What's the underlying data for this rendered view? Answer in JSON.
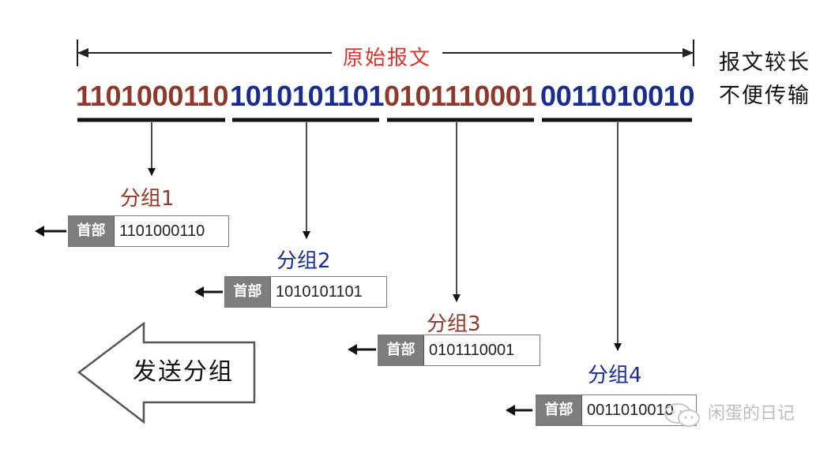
{
  "title": "原始报文",
  "note_line1": "报文较长",
  "note_line2": "不便传输",
  "segments": [
    {
      "bits": "1101000110"
    },
    {
      "bits": "1010101101"
    },
    {
      "bits": "0101110001"
    },
    {
      "bits": "0011010010"
    }
  ],
  "groups": [
    {
      "label": "分组1",
      "header": "首部",
      "payload": "1101000110"
    },
    {
      "label": "分组2",
      "header": "首部",
      "payload": "1010101101"
    },
    {
      "label": "分组3",
      "header": "首部",
      "payload": "0101110001"
    },
    {
      "label": "分组4",
      "header": "首部",
      "payload": "0011010010"
    }
  ],
  "send_label": "发送分组",
  "watermark": "闲蛋的日记",
  "colors": {
    "brown": "#8b3a2b",
    "navy": "#1a2d8a",
    "title_red": "#d9342b",
    "header_gray": "#7d7d7d"
  }
}
